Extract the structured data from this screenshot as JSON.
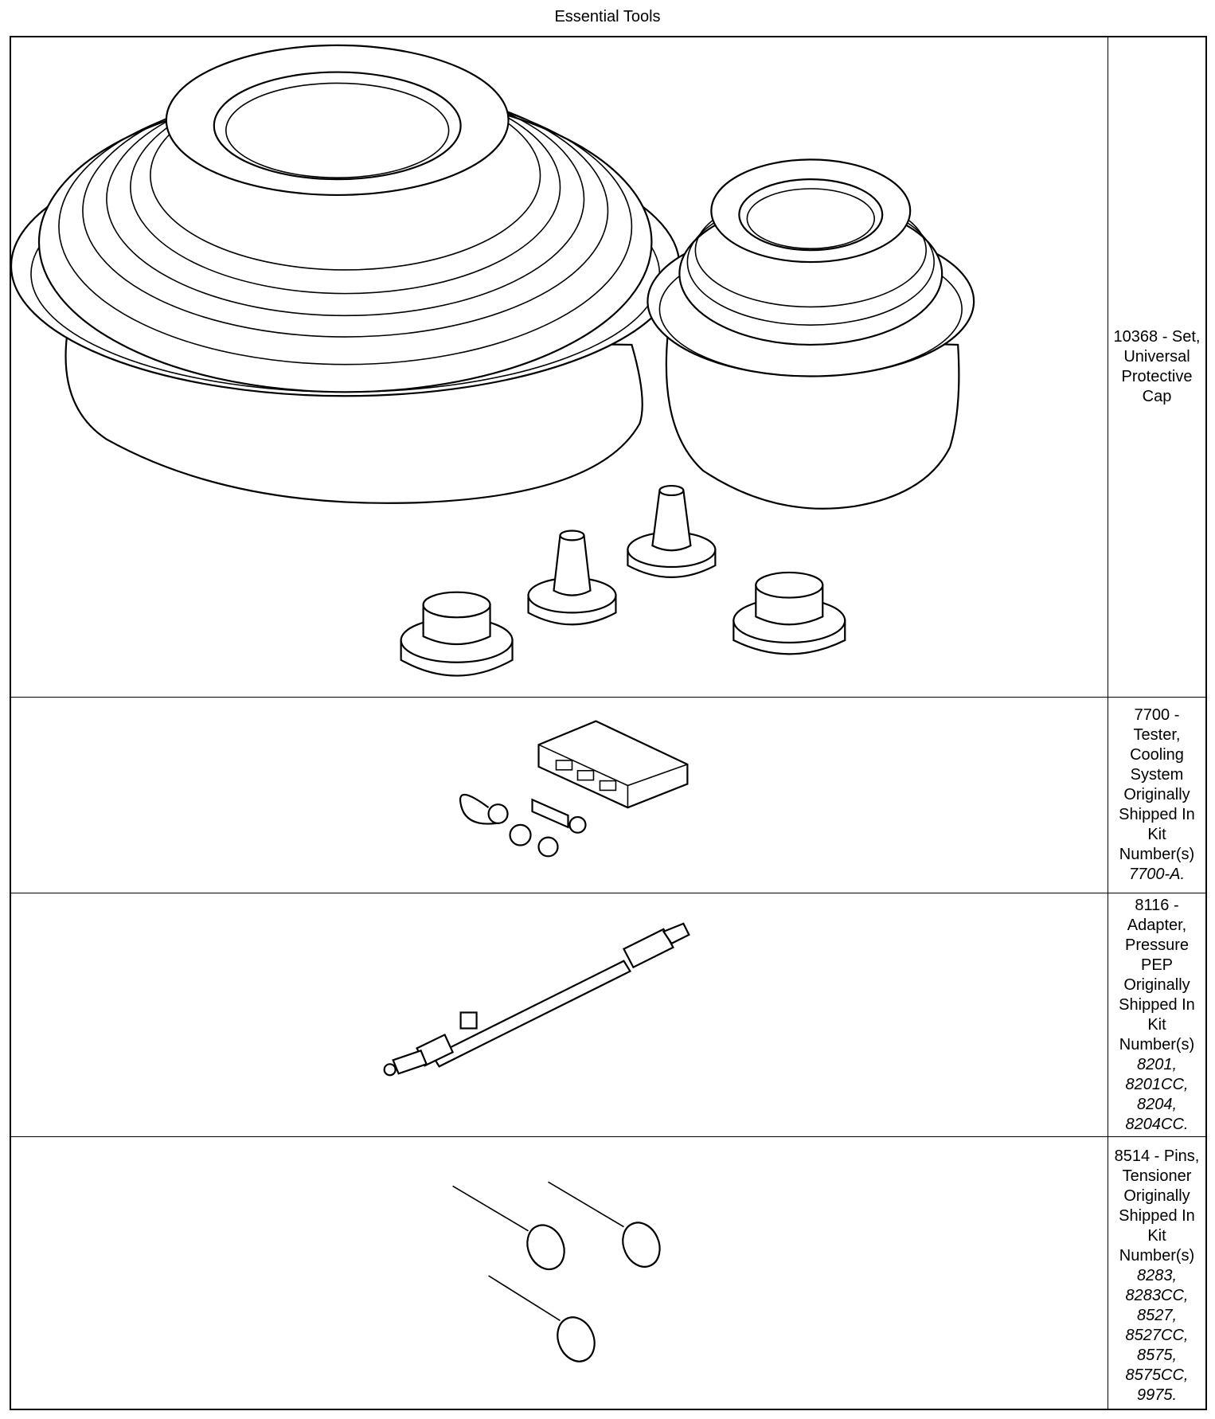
{
  "page": {
    "title": "Essential Tools"
  },
  "tools": [
    {
      "lines": [
        "10368 - Set,",
        "Universal",
        "Protective",
        "Cap"
      ],
      "kits": [],
      "illustration_icon": "protective-cap-set-illustration"
    },
    {
      "lines": [
        "7700 -",
        "Tester,",
        "Cooling",
        "System",
        "Originally",
        "Shipped In",
        "Kit",
        "Number(s)"
      ],
      "kits": [
        "7700-A."
      ],
      "illustration_icon": "cooling-system-tester-illustration"
    },
    {
      "lines": [
        "8116 -",
        "Adapter,",
        "Pressure",
        "PEP",
        "Originally",
        "Shipped In",
        "Kit",
        "Number(s)"
      ],
      "kits": [
        "8201,",
        "8201CC,",
        "8204,",
        "8204CC."
      ],
      "illustration_icon": "pressure-adapter-illustration"
    },
    {
      "lines": [
        "8514 - Pins,",
        "Tensioner",
        "Originally",
        "Shipped In",
        "Kit",
        "Number(s)"
      ],
      "kits": [
        "8283,",
        "8283CC,",
        "8527,",
        "8527CC,",
        "8575,",
        "8575CC,",
        "9975."
      ],
      "illustration_icon": "tensioner-pins-illustration"
    }
  ]
}
